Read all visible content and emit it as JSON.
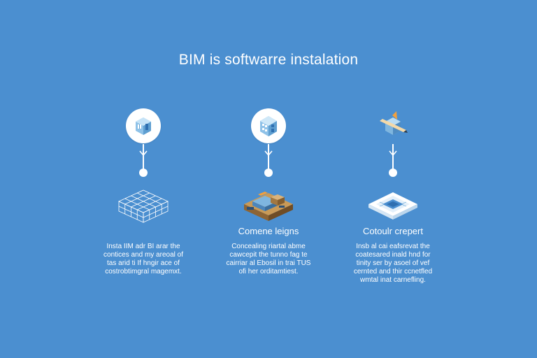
{
  "page": {
    "title": "BIM is softwarre instalation",
    "background": "#4b8fd0"
  },
  "steps": [
    {
      "icon": "house-cube-icon",
      "illustration": "grid-floor-wireframe",
      "heading": "",
      "description_lines": [
        "Insta IIM adr BI arar the",
        "contices and my areoal of",
        "tas arid ti If hngir ace of",
        "costrobtimgral magemxt."
      ]
    },
    {
      "icon": "building-cube-icon",
      "illustration": "construction-site-isometric",
      "heading": "Comene leigns",
      "description_lines": [
        "Concealing riartal abme",
        "cawcepit the tunno fag te",
        "cairriar al Ebosil in trai TUS",
        "ofi her orditamtiest."
      ]
    },
    {
      "icon": "pencil-cube-icon",
      "illustration": "chip-platform-isometric",
      "heading": "Cotoulr crepert",
      "description_lines": [
        "Insb al cai eafsrevat the",
        "coatesared inald hnd for",
        "tinity ser by asoel of vef",
        "cernted and thir ccnetfled",
        "wmtal inat carnefling."
      ]
    }
  ],
  "colors": {
    "accent_orange": "#f2a03d",
    "cube_blue": "#7fb6df",
    "line_white": "#ffffff"
  }
}
